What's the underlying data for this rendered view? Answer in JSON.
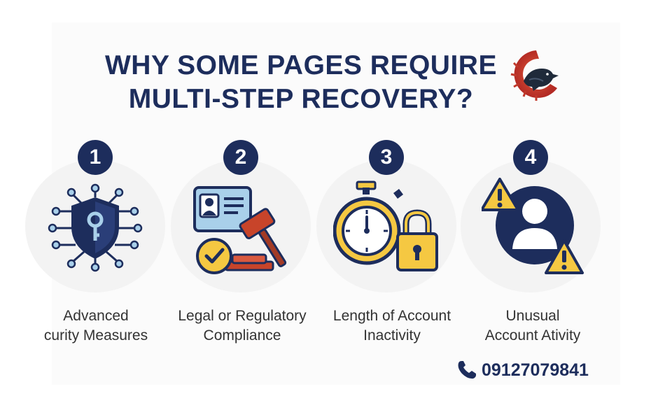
{
  "title": {
    "line1": "WHY SOME PAGES REQUIRE",
    "line2": "MULTI-STEP RECOVERY?"
  },
  "colors": {
    "navy": "#1d2d5c",
    "yellow": "#f5c842",
    "orange_red": "#c8442a",
    "light_blue": "#a9d0ea"
  },
  "steps": [
    {
      "number": "1",
      "icon": "shield-keyhole-circuit-icon",
      "line1": "Advanced",
      "line2": "curity Measures"
    },
    {
      "number": "2",
      "icon": "id-card-gavel-check-icon",
      "line1": "Legal or Regulatory",
      "line2": "Compliance"
    },
    {
      "number": "3",
      "icon": "stopwatch-padlock-icon",
      "line1": "Length of Account",
      "line2": "Inactivity"
    },
    {
      "number": "4",
      "icon": "user-warning-icon",
      "line1": "Unusual",
      "line2": "Account Ativity"
    }
  ],
  "contact": {
    "icon": "phone-icon",
    "phone": "09127079841"
  },
  "logo": {
    "icon": "crow-logo-icon"
  }
}
